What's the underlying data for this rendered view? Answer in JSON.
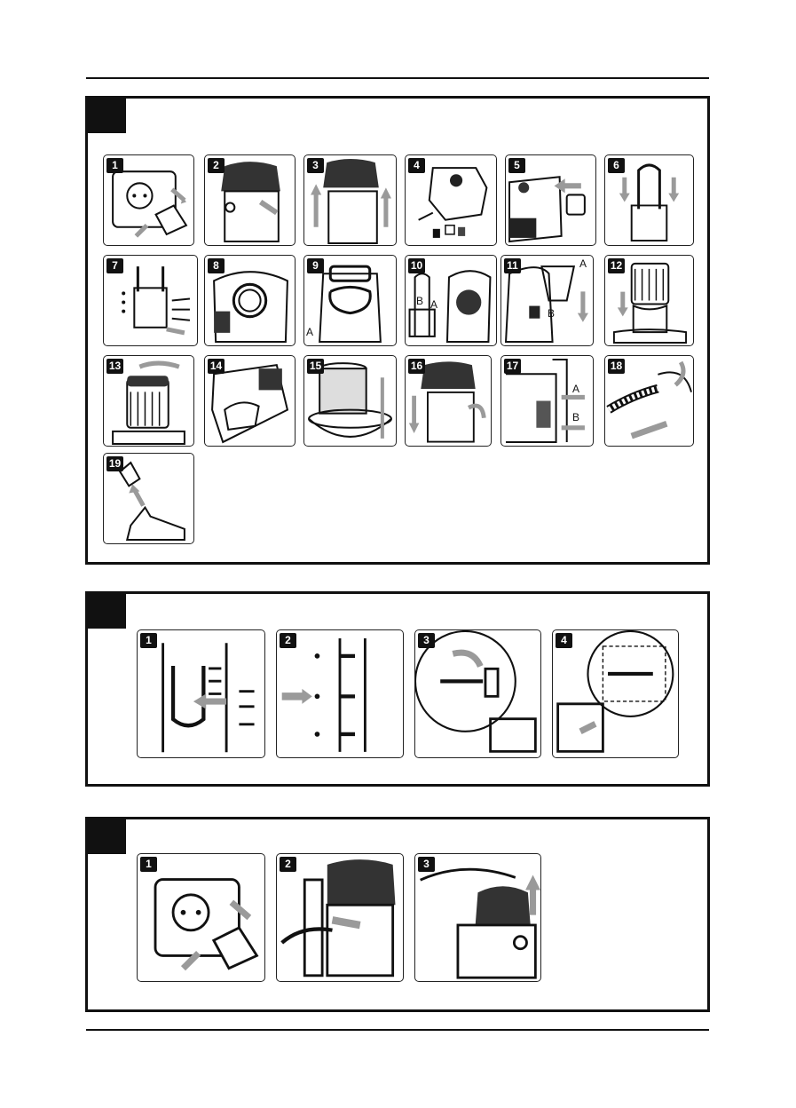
{
  "section1": {
    "steps": [
      "1",
      "2",
      "3",
      "4",
      "5",
      "6",
      "7",
      "8",
      "9",
      "10",
      "11",
      "12",
      "13",
      "14",
      "15",
      "16",
      "17",
      "18",
      "19"
    ],
    "letters": {
      "p9_a": "A",
      "p10_a": "A",
      "p10_b": "B",
      "p11_a": "A",
      "p11_b": "B",
      "p17_a": "A",
      "p17_b": "B"
    }
  },
  "section2": {
    "steps": [
      "1",
      "2",
      "3",
      "4"
    ]
  },
  "section3": {
    "steps": [
      "1",
      "2",
      "3"
    ]
  },
  "colors": {
    "ink": "#111111",
    "arrow": "#9a9a9a",
    "panel_border": "#222222"
  },
  "icons": [
    "wall-socket-icon",
    "vacuum-cleaner-icon",
    "wall-bracket-icon",
    "hose-icon",
    "filter-icon",
    "floor-nozzle-icon",
    "arrow-icon"
  ]
}
